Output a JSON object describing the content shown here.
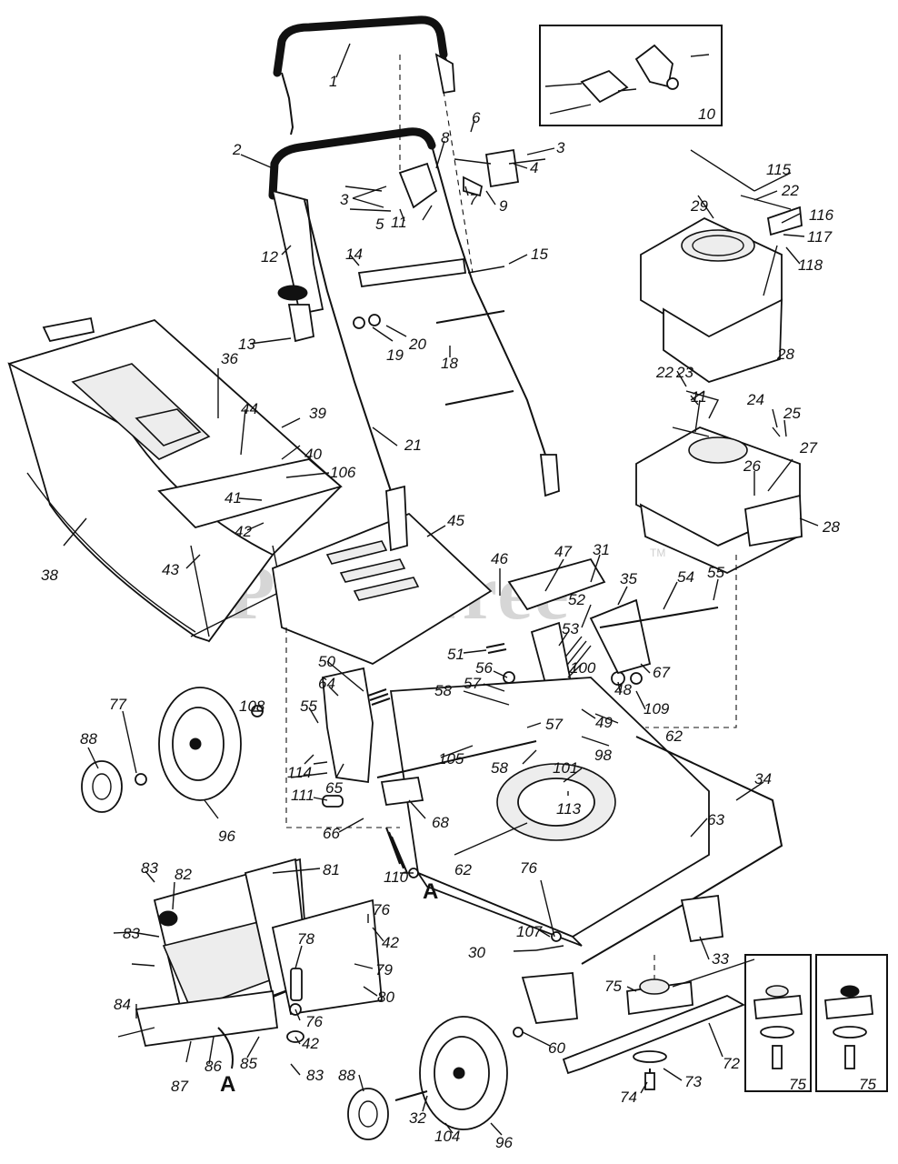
{
  "watermark": {
    "text": "PartsTree",
    "trademark": "TM"
  },
  "callouts": [
    "1",
    "2",
    "3",
    "3",
    "4",
    "5",
    "6",
    "7",
    "8",
    "9",
    "10",
    "11",
    "12",
    "13",
    "14",
    "15",
    "18",
    "19",
    "20",
    "21",
    "22",
    "29",
    "115",
    "116",
    "117",
    "118",
    "28",
    "22",
    "23",
    "11",
    "24",
    "25",
    "27",
    "26",
    "28",
    "36",
    "44",
    "39",
    "40",
    "106",
    "41",
    "42",
    "43",
    "38",
    "45",
    "46",
    "47",
    "31",
    "35",
    "54",
    "55",
    "52",
    "53",
    "51",
    "56",
    "57",
    "58",
    "50",
    "64",
    "67",
    "100",
    "48",
    "109",
    "49",
    "62",
    "57",
    "58",
    "98",
    "101",
    "113",
    "105",
    "108",
    "55",
    "114",
    "65",
    "111",
    "66",
    "68",
    "88",
    "77",
    "96",
    "34",
    "63",
    "110",
    "62",
    "83",
    "82",
    "81",
    "76",
    "42",
    "83",
    "78",
    "79",
    "80",
    "84",
    "76",
    "42",
    "86",
    "85",
    "83",
    "87",
    "30",
    "107",
    "76",
    "33",
    "75",
    "72",
    "73",
    "74",
    "60",
    "88",
    "32",
    "104",
    "96",
    "75",
    "75"
  ],
  "section_marks": [
    "A",
    "A"
  ]
}
